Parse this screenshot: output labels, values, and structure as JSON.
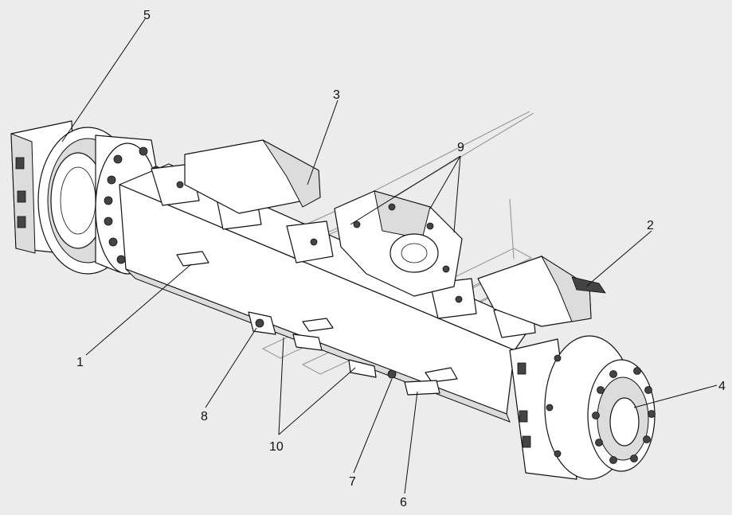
{
  "diagram": {
    "callouts": [
      {
        "id": "1",
        "label": "1"
      },
      {
        "id": "2",
        "label": "2"
      },
      {
        "id": "3",
        "label": "3"
      },
      {
        "id": "4",
        "label": "4"
      },
      {
        "id": "5",
        "label": "5"
      },
      {
        "id": "6",
        "label": "6"
      },
      {
        "id": "7",
        "label": "7"
      },
      {
        "id": "8",
        "label": "8"
      },
      {
        "id": "9",
        "label": "9"
      },
      {
        "id": "10",
        "label": "10"
      }
    ]
  },
  "colors": {
    "background": "#ececec",
    "line": "#111111",
    "part_fill": "#ffffff",
    "shade": "#dcdcdc",
    "watermark": "#9c9c9c"
  }
}
